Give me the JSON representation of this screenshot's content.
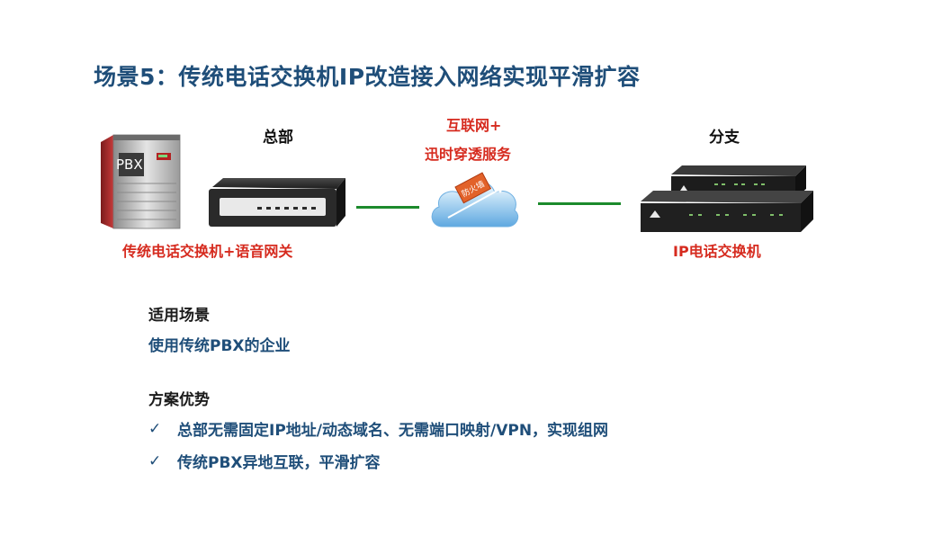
{
  "title": "场景5：传统电话交换机IP改造接入网络实现平滑扩容",
  "diagram": {
    "hq_label": "总部",
    "branch_label": "分支",
    "internet_label": "互联网+",
    "service_label": "迅时穿透服务",
    "pbx_text": "PBX",
    "firewall_text": "防火墙",
    "hq_caption": "传统电话交换机+语音网关",
    "branch_caption": "IP电话交换机",
    "colors": {
      "link": "#1c8a2c",
      "caption": "#d62b1f",
      "title": "#1f4e79"
    }
  },
  "scenario": {
    "heading": "适用场景",
    "text": "使用传统PBX的企业"
  },
  "advantages": {
    "heading": "方案优势",
    "items": [
      {
        "icon": "check-icon",
        "text": "总部无需固定IP地址/动态域名、无需端口映射/VPN，实现组网"
      },
      {
        "icon": "check-icon",
        "text": "传统PBX异地互联，平滑扩容"
      }
    ]
  }
}
